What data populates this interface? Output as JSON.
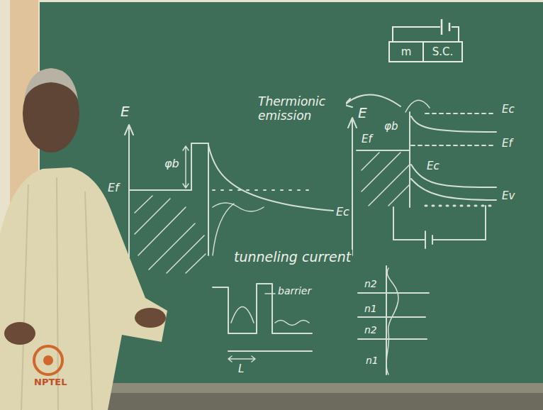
{
  "diagram": {
    "nodes": [
      {
        "text": [
          "m"
        ]
      },
      {
        "text": [
          "S.C."
        ]
      }
    ],
    "edges": [
      {
        "from": 0,
        "to": 1,
        "arrow": "none"
      }
    ],
    "labels": [
      "Thermionic emission",
      "E",
      "Ef",
      "φb",
      "Ec",
      "tunneling current",
      "barrier",
      "L",
      "E",
      "φb",
      "Ef",
      "Ec",
      "Ef",
      "Ec",
      "Ev",
      "n2",
      "n1",
      "n2",
      "n1",
      "NPTEL"
    ]
  }
}
